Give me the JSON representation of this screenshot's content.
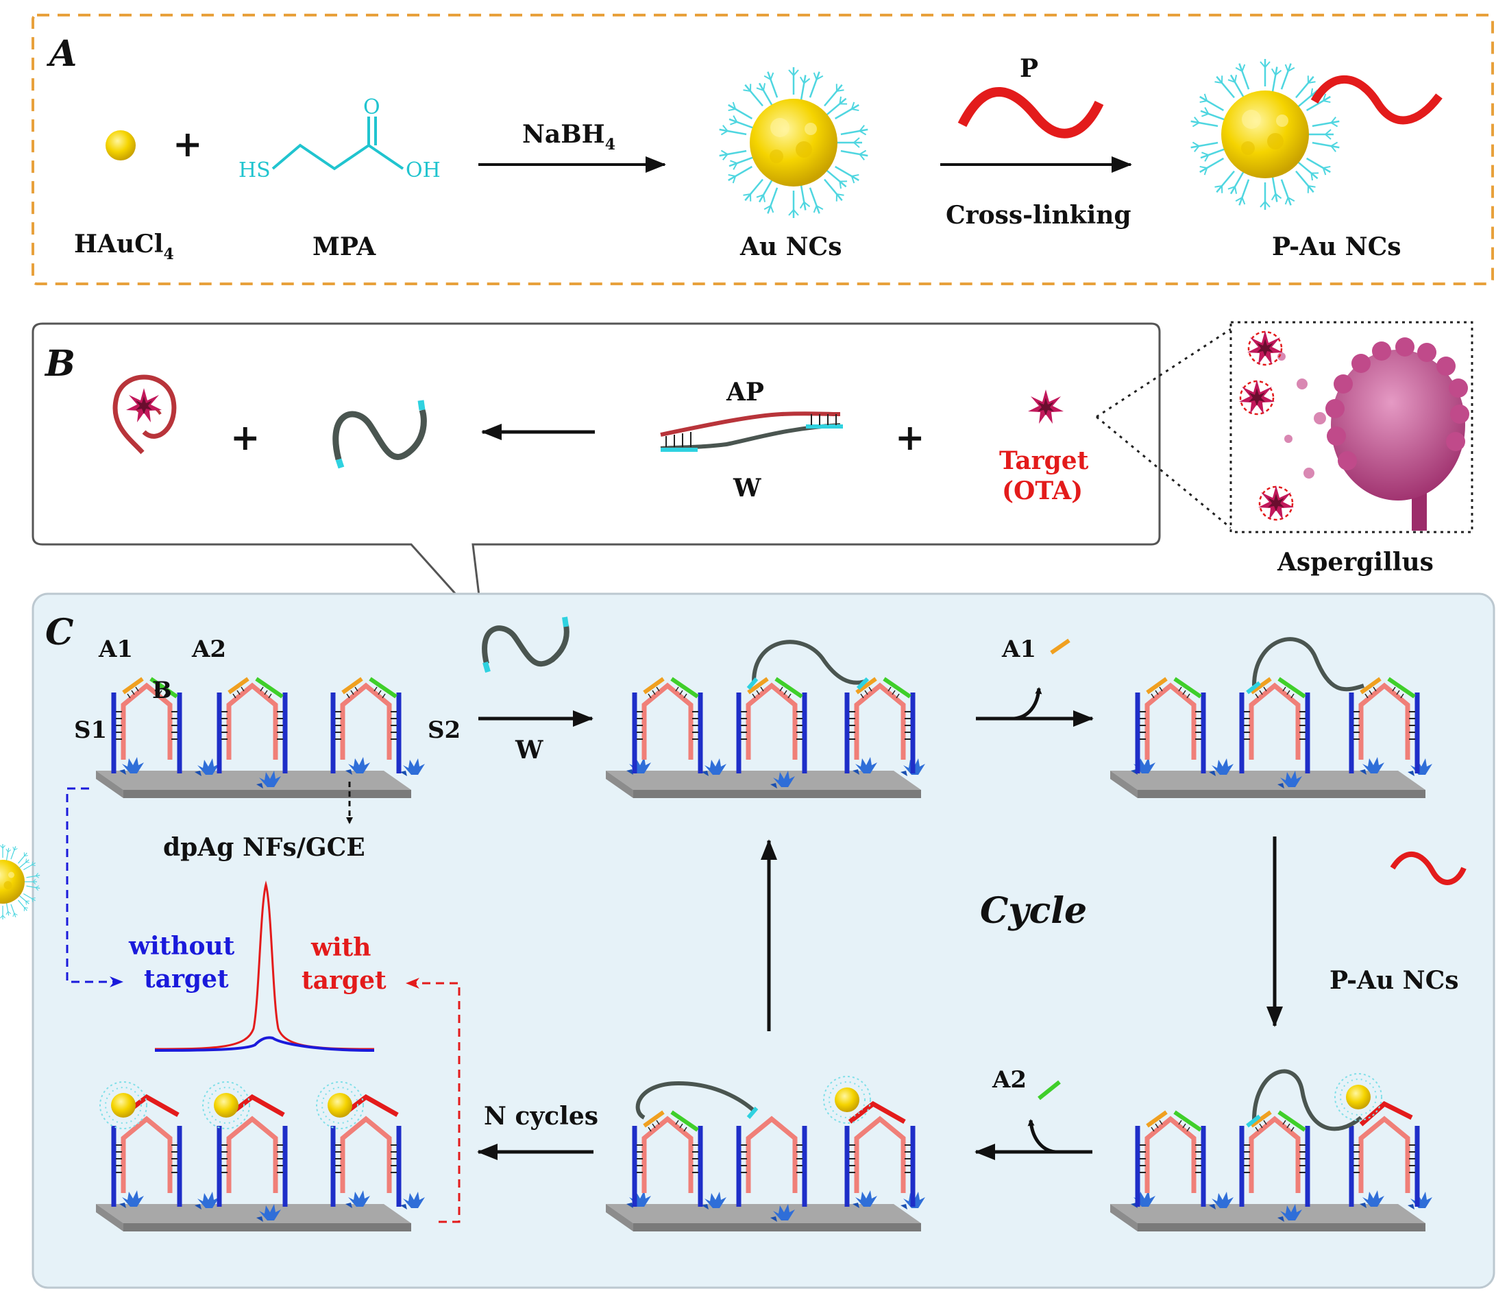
{
  "panel_a": {
    "letter": "A",
    "hauci4": "HAuCl",
    "hauci4_sub": "4",
    "mpa_label": "MPA",
    "mpa_hs": "HS",
    "mpa_o": "O",
    "mpa_oh": "OH",
    "nabh4": "NaBH",
    "nabh4_sub": "4",
    "au_ncs": "Au NCs",
    "p_label": "P",
    "cross_linking": "Cross-linking",
    "p_au_ncs": "P-Au NCs",
    "plus": "+"
  },
  "panel_b": {
    "letter": "B",
    "ap": "AP",
    "w": "W",
    "target_line1": "Target",
    "target_line2": "(OTA)",
    "aspergillus": "Aspergillus",
    "plus": "+"
  },
  "panel_c": {
    "letter": "C",
    "a1": "A1",
    "a2": "A2",
    "b": "B",
    "s1": "S1",
    "s2": "S2",
    "w": "W",
    "electrode": "dpAg NFs/GCE",
    "a1_release": "A1",
    "a2_release": "A2",
    "cycle": "Cycle",
    "p_au_ncs": "P-Au NCs",
    "n_cycles": "N cycles",
    "without_line1": "without",
    "without_line2": "target",
    "with_line1": "with",
    "with_line2": "target"
  },
  "colors": {
    "frame_a": "#e8a13c",
    "frame_c_bg": "#e6f2f8",
    "blue_label": "#1a1adb",
    "red_label": "#e31b1b",
    "probe_red": "#e31b1b",
    "hairpin_pink": "#f07f78",
    "strand_blue": "#1e2ec8",
    "cyan": "#2fd2e0",
    "orange": "#f0a020",
    "green": "#3fcf2a",
    "gold": "#f5d400"
  }
}
